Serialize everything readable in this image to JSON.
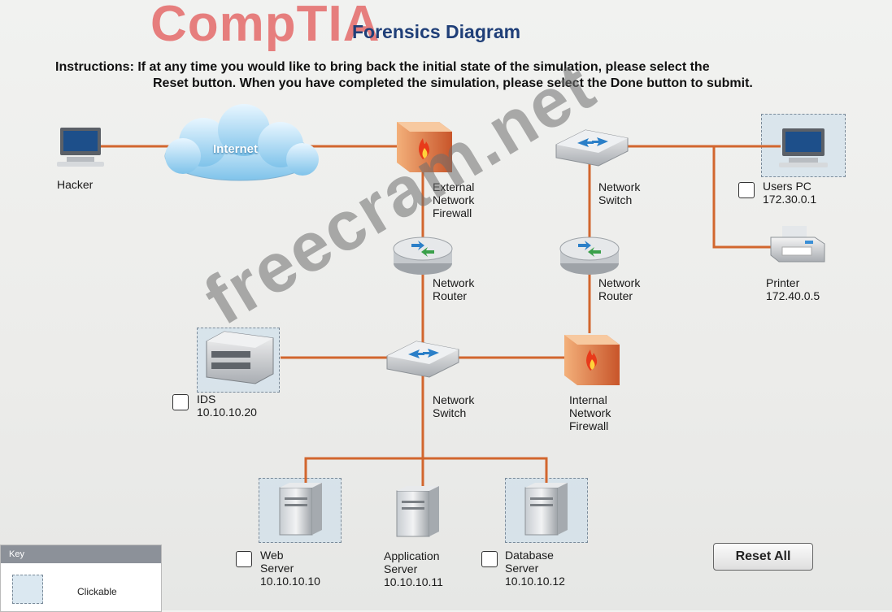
{
  "header": {
    "logo": "CompTIA",
    "title": "Forensics Diagram",
    "instructions_line1": "Instructions: If at any time you would like to bring back the initial state of the simulation, please select the",
    "instructions_line2": "Reset button. When you have completed the simulation, please select the Done button to submit."
  },
  "nodes": {
    "hacker": {
      "label": "Hacker"
    },
    "internet": {
      "label": "Internet"
    },
    "external_firewall": {
      "line1": "External",
      "line2": "Network",
      "line3": "Firewall"
    },
    "top_switch": {
      "line1": "Network",
      "line2": "Switch"
    },
    "users_pc": {
      "line1": "Users PC",
      "line2": "172.30.0.1"
    },
    "printer": {
      "line1": "Printer",
      "line2": "172.40.0.5"
    },
    "left_router": {
      "line1": "Network",
      "line2": "Router"
    },
    "right_router": {
      "line1": "Network",
      "line2": "Router"
    },
    "ids": {
      "line1": "IDS",
      "line2": "10.10.10.20"
    },
    "core_switch": {
      "line1": "Network",
      "line2": "Switch"
    },
    "internal_firewall": {
      "line1": "Internal",
      "line2": "Network",
      "line3": "Firewall"
    },
    "web_server": {
      "line1": "Web",
      "line2": "Server",
      "line3": "10.10.10.10"
    },
    "app_server": {
      "line1": "Application",
      "line2": "Server",
      "line3": "10.10.10.11"
    },
    "db_server": {
      "line1": "Database",
      "line2": "Server",
      "line3": "10.10.10.12"
    }
  },
  "buttons": {
    "reset": "Reset All"
  },
  "key": {
    "header": "Key",
    "clickable": "Clickable"
  },
  "watermark": "freecram.net",
  "colors": {
    "link": "#d2662e",
    "title": "#1f3f78",
    "logo": "#e56a6a"
  }
}
